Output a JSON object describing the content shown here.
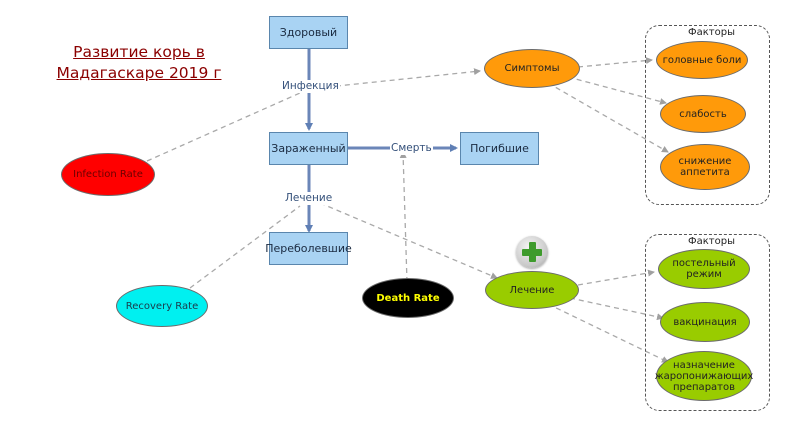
{
  "title": "Развитие корь в Мадагаскаре 2019 г",
  "stocks": {
    "healthy": "Здоровый",
    "infected": "Зараженный",
    "dead": "Погибшие",
    "recovered": "Переболевшие"
  },
  "flows": {
    "infection": "Инфекция",
    "death": "Смерть",
    "treatment": "Лечение"
  },
  "variables": {
    "infection_rate": "Infection Rate",
    "recovery_rate": "Recovery Rate",
    "death_rate": "Death Rate",
    "symptoms": "Симптомы",
    "treatment": "Лечение"
  },
  "factor_groups": {
    "symptoms_group_label": "Факторы",
    "treatment_group_label": "Факторы"
  },
  "symptom_factors": [
    "головные боли",
    "слабость",
    "снижение аппетита"
  ],
  "treatment_factors": [
    "постельный режим",
    "вакцинация",
    "назначение жаропонижающих препаратов"
  ],
  "colors": {
    "stock_fill": "#a9d3f3",
    "flow_arrow": "#6b86b8",
    "link_dashed": "#a9a9a9",
    "infection_rate": "#ff0000",
    "recovery_rate": "#00f0f0",
    "death_rate": "#000000",
    "death_rate_text": "#ffff00",
    "symptoms": "#ff9a0a",
    "treatment": "#99cc00",
    "title": "#8b0000"
  },
  "icons": {
    "add_button": "plus-icon"
  }
}
